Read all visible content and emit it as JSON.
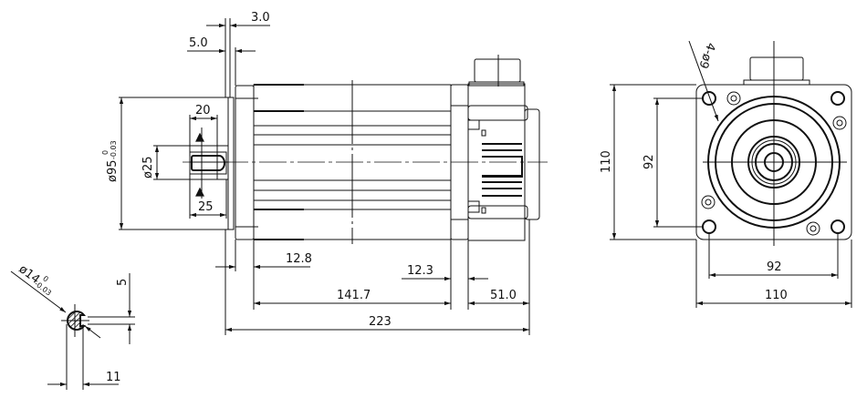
{
  "side_view": {
    "dims": {
      "flange_thickness": "3.0",
      "pilot_offset": "5.0",
      "key_length": "20",
      "pilot_diameter": "ø95",
      "pilot_tol_upper": "0",
      "pilot_tol_lower": "-0.03",
      "shaft_diameter": "ø25",
      "shaft_length": "25",
      "flange_to_body": "12.8",
      "rear_cap": "12.3",
      "body_length": "141.7",
      "encoder_length": "51.0",
      "total_length": "223"
    }
  },
  "shaft_section": {
    "diameter": "ø14",
    "tol_upper": "0",
    "tol_lower": "-0.03",
    "key_depth": "5",
    "flat_height": "11"
  },
  "front_view": {
    "hole_callout": "4-ø9",
    "height": "110",
    "hole_pitch_v": "92",
    "hole_pitch_h": "92",
    "width": "110"
  }
}
